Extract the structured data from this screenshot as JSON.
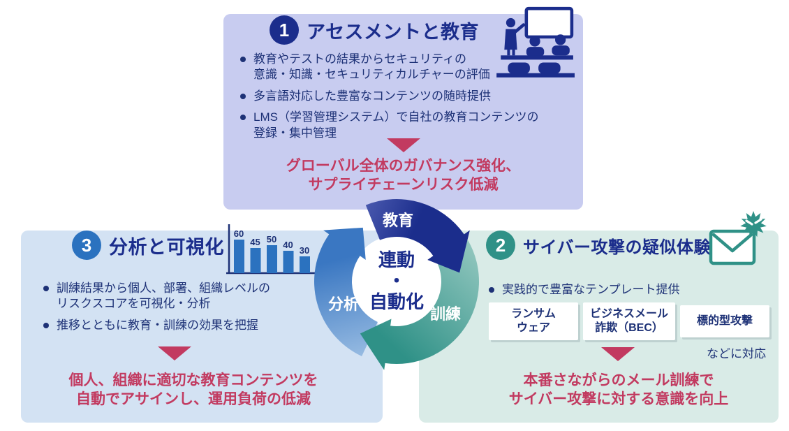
{
  "colors": {
    "navy": "#1b2d8c",
    "text_navy": "#1d3176",
    "blue": "#2b72bf",
    "teal": "#2f9187",
    "crimson": "#c23a60",
    "box_top_bg": "#c8ccf0",
    "box_left_bg": "#d3e2f3",
    "box_right_bg": "#d9ebe7"
  },
  "boxes": {
    "assessment": {
      "number": "1",
      "title": "アセスメントと教育",
      "icon": "classroom-training-icon",
      "bullets": [
        "教育やテストの結果からセキュリティの\n意識・知識・セキュリティカルチャーの評価",
        "多言語対応した豊富なコンテンツの随時提供",
        "LMS（学習管理システム）で自社の教育コンテンツの\n登録・集中管理"
      ],
      "outcome": "グローバル全体のガバナンス強化、\nサプライチェーンリスク低減"
    },
    "simulation": {
      "number": "2",
      "title": "サイバー攻撃の疑似体験",
      "icon": "malicious-email-icon",
      "bullets": [
        "実践的で豊富なテンプレート提供"
      ],
      "tags": [
        "ランサム\nウェア",
        "ビジネスメール\n詐欺（BEC）",
        "標的型攻撃"
      ],
      "tags_note": "などに対応",
      "outcome": "本番さながらのメール訓練で\nサイバー攻撃に対する意識を向上"
    },
    "analysis": {
      "number": "3",
      "title": "分析と可視化",
      "icon": "bar-chart-icon",
      "bullets": [
        "訓練結果から個人、部署、組織レベルの\nリスクスコアを可視化・分析",
        "推移とともに教育・訓練の効果を把握"
      ],
      "outcome": "個人、組織に適切な教育コンテンツを\n自動でアサインし、運用負荷の低減"
    }
  },
  "cycle": {
    "center": "連動\n・\n自動化",
    "labels": {
      "top": "教育",
      "right": "訓練",
      "left": "分析"
    }
  },
  "chart_data": {
    "type": "bar",
    "categories": [
      "",
      "",
      "",
      "",
      ""
    ],
    "values": [
      60,
      45,
      50,
      40,
      30
    ],
    "labels": [
      "60",
      "45",
      "50",
      "40",
      "30"
    ],
    "title": "",
    "xlabel": "",
    "ylabel": "",
    "ylim": [
      0,
      70
    ]
  }
}
